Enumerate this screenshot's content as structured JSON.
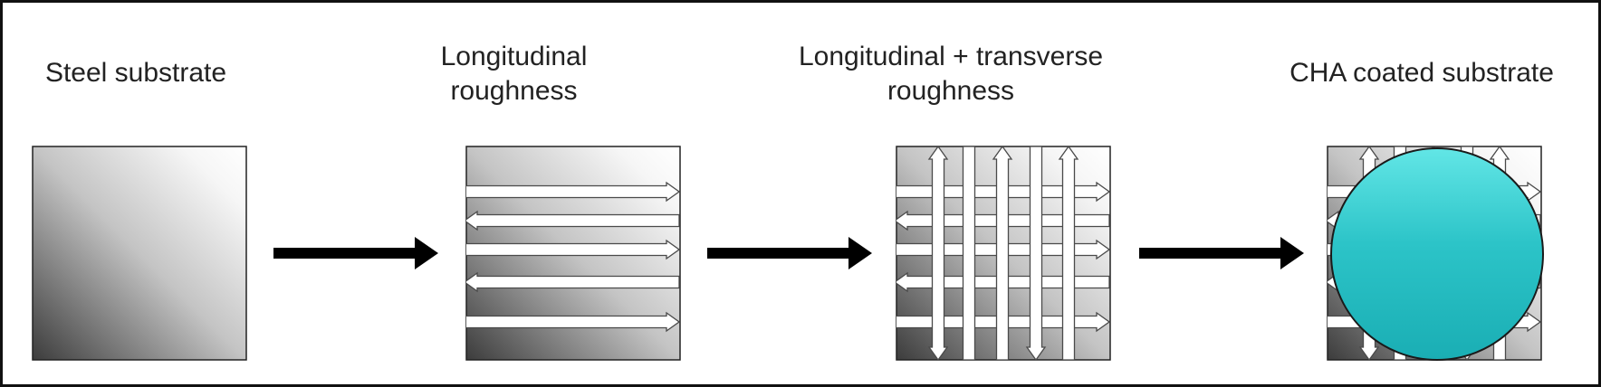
{
  "labels": {
    "step1": "Steel substrate",
    "step2_line1": "Longitudinal",
    "step2_line2": "roughness",
    "step3_line1": "Longitudinal + transverse",
    "step3_line2": "roughness",
    "step4": "CHA coated substrate"
  },
  "colors": {
    "coating": "#2cc2c6",
    "arrow": "#000000",
    "border": "#111111"
  }
}
